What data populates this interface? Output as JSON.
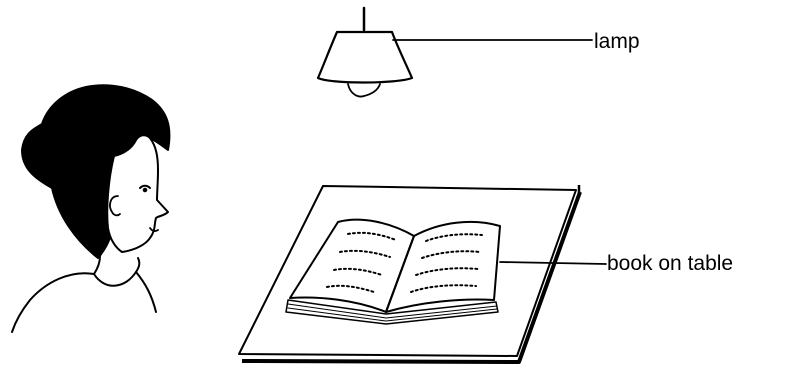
{
  "labels": {
    "lamp": "lamp",
    "book": "book on table"
  },
  "figures": {
    "person": "girl-illustration",
    "light": "hanging-lamp-icon",
    "object": "open-book-icon",
    "surface": "table-top"
  },
  "colors": {
    "ink": "#000000",
    "background": "#ffffff"
  }
}
